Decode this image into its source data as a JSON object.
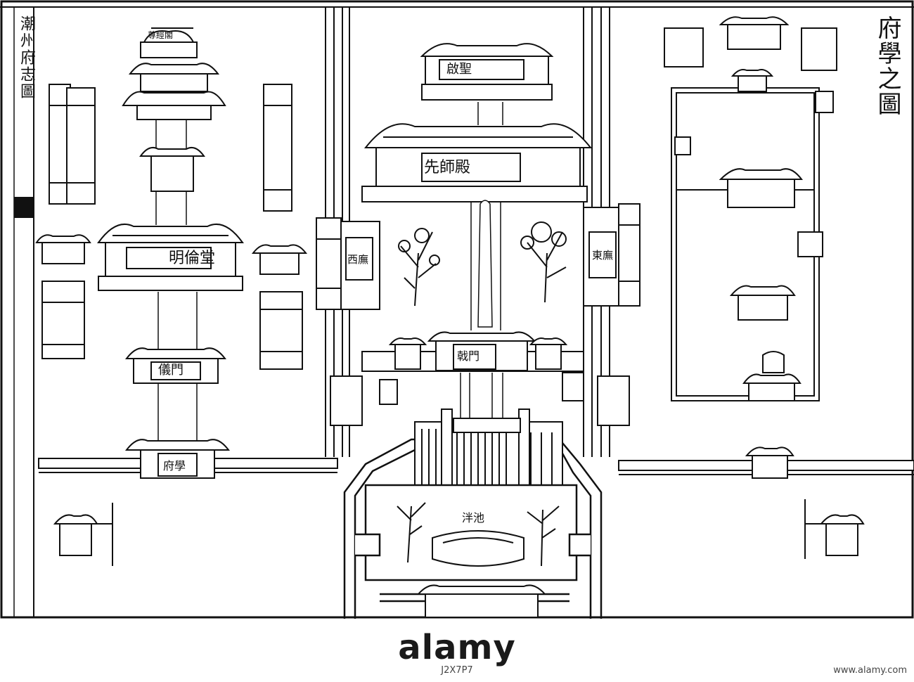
{
  "map": {
    "title": "府學之圖",
    "side_text": "潮州府志圖",
    "labels": {
      "ming_lun_tang": "明倫堂",
      "xian_shi_dian": "先師殿",
      "ji_men": "戟門",
      "yi_men": "儀門",
      "fu_xue": "府學",
      "pan_chi": "泮池",
      "xi_wu": "西廡",
      "dong_wu": "東廡",
      "qi_sheng": "啟聖",
      "zun_jing_ge": "尊經閣"
    }
  },
  "watermark": {
    "brand": "alamy",
    "image_id": "J2X7P7",
    "url": "www.alamy.com"
  }
}
